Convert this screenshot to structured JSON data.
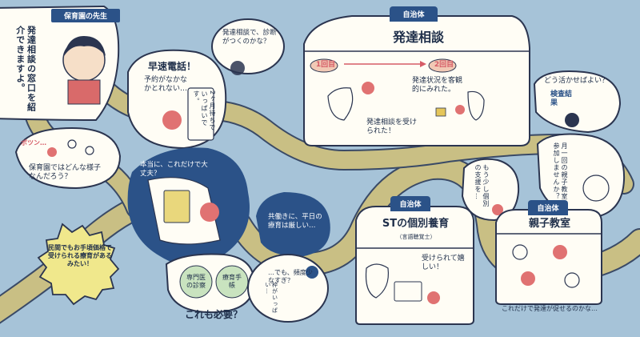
{
  "teacher": {
    "tag": "保育園の先生",
    "speech": "発達相談の窓口を紹介できますよ。"
  },
  "phone": {
    "title": "早速電話！",
    "body": "予約がなかなかとれない…",
    "note": "2ヶ月待ちでいっぱいです。"
  },
  "diagnosis_question": "発達相談で、診断がつくのかな？",
  "consultation": {
    "tag": "自治体",
    "title": "発達相談",
    "first": "1回目",
    "second": "2回目",
    "caption1": "発達相談を受けられた！",
    "caption2": "発達状況を客観的にみれた。"
  },
  "how_to_use": {
    "question": "どう活かせばよい？",
    "sign": "検査結果"
  },
  "nursery_worry": {
    "sound": "ポツン…",
    "text": "保育園ではどんな様子なんだろう？"
  },
  "web_search": "本当に、これだけで大丈夫？",
  "private_therapy": "民間でもお手頃価格で受けられる療育があるみたい！",
  "exam_question": {
    "label1": "専門医の診察",
    "label2": "療育手帳",
    "caption": "これも必要？"
  },
  "weekday": "共働きに、平日の療育は厳しい…",
  "frequency": {
    "text": "…でも、頻度少なすぎ？",
    "full": "枠がいっぱい…"
  },
  "st": {
    "tag": "自治体",
    "title": "STの個別養育",
    "subtitle": "（言語聴覚士）",
    "speech": "受けられて嬉しい！"
  },
  "more_support": "もう少し個別の支援を…",
  "invite": "月一回の親子教室に参加しませんか？",
  "parent_class": {
    "tag": "自治体",
    "title": "親子教室",
    "caption": "これだけで発達が促せるのかな…"
  }
}
